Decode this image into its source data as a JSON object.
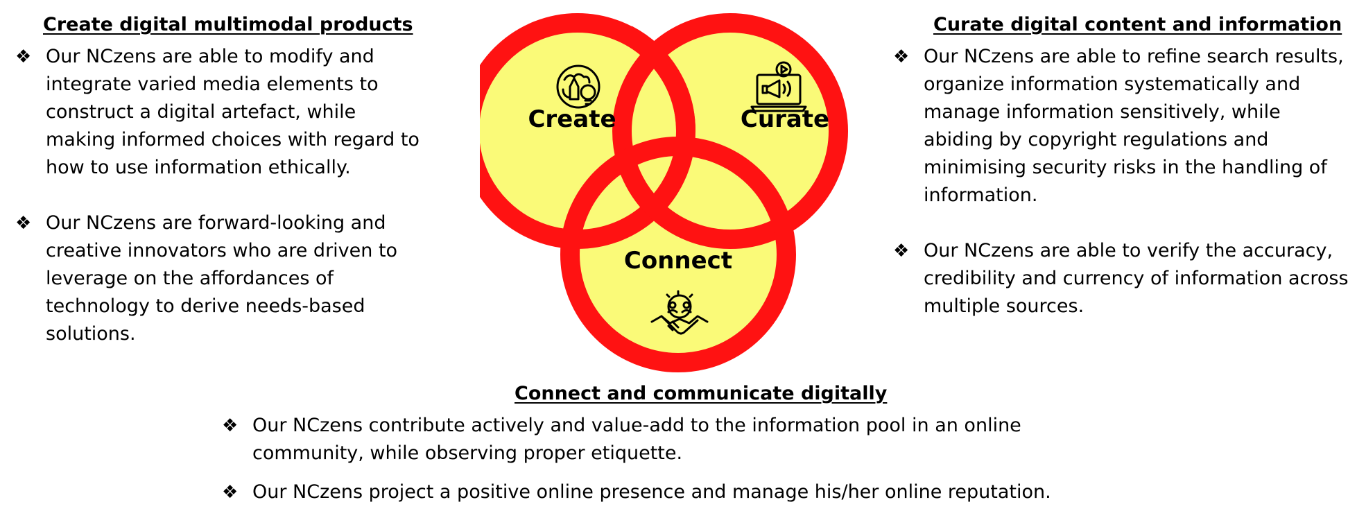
{
  "colors": {
    "circle_fill": "#FAFA78",
    "circle_ring": "#FF1212",
    "text": "#000000"
  },
  "venn": {
    "create_label": "Create",
    "curate_label": "Curate",
    "connect_label": "Connect",
    "create_icon": "lightbulb-brain-icon",
    "curate_icon": "laptop-megaphone-icon",
    "connect_icon": "handshake-people-icon"
  },
  "create": {
    "heading": "Create digital multimodal products",
    "bullets": [
      "Our NCzens are able to modify and integrate varied media elements to construct a digital artefact, while making informed choices with regard to how to use information ethically.",
      "Our NCzens are forward-looking and creative innovators who are driven to leverage on the affordances of technology to derive needs-based solutions."
    ]
  },
  "curate": {
    "heading": "Curate digital content and information",
    "bullets": [
      "Our NCzens are able to refine search results, organize information systematically and manage information sensitively, while abiding by copyright regulations and minimising security risks in the handling of information.",
      "Our NCzens are able to verify the accuracy, credibility and currency of information across multiple sources."
    ]
  },
  "connect": {
    "heading": "Connect and communicate digitally",
    "bullets": [
      "Our NCzens contribute actively and value-add to the information pool in an online community, while observing proper etiquette.",
      "Our NCzens project a positive online presence and manage his/her online reputation."
    ]
  },
  "bullet_glyph": "❖"
}
